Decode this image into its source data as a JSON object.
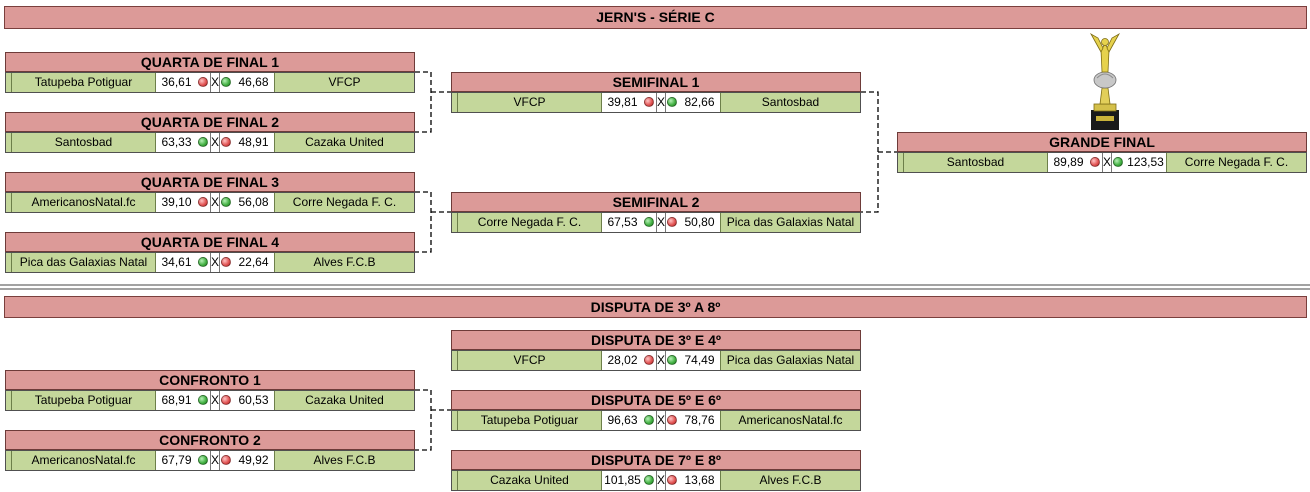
{
  "title": "JERN'S - SÉRIE C",
  "quarterfinals": [
    {
      "label": "QUARTA DE FINAL 1",
      "team_a": "Tatupeba Potiguar",
      "score_a": "36,61",
      "team_b": "VFCP",
      "score_b": "46,68",
      "result_a": "loss",
      "result_b": "win"
    },
    {
      "label": "QUARTA DE FINAL 2",
      "team_a": "Santosbad",
      "score_a": "63,33",
      "team_b": "Cazaka United",
      "score_b": "48,91",
      "result_a": "win",
      "result_b": "loss"
    },
    {
      "label": "QUARTA DE FINAL 3",
      "team_a": "AmericanosNatal.fc",
      "score_a": "39,10",
      "team_b": "Corre Negada F. C.",
      "score_b": "56,08",
      "result_a": "loss",
      "result_b": "win"
    },
    {
      "label": "QUARTA DE FINAL 4",
      "team_a": "Pica das Galaxias Natal",
      "score_a": "34,61",
      "team_b": "Alves F.C.B",
      "score_b": "22,64",
      "result_a": "win",
      "result_b": "loss"
    }
  ],
  "semifinals": [
    {
      "label": "SEMIFINAL 1",
      "team_a": "VFCP",
      "score_a": "39,81",
      "team_b": "Santosbad",
      "score_b": "82,66",
      "result_a": "loss",
      "result_b": "win"
    },
    {
      "label": "SEMIFINAL 2",
      "team_a": "Corre Negada F. C.",
      "score_a": "67,53",
      "team_b": "Pica das Galaxias Natal",
      "score_b": "50,80",
      "result_a": "win",
      "result_b": "loss"
    }
  ],
  "final": {
    "label": "GRANDE FINAL",
    "team_a": "Santosbad",
    "score_a": "89,89",
    "team_b": "Corre Negada F. C.",
    "score_b": "123,53",
    "result_a": "loss",
    "result_b": "win"
  },
  "placement_title": "DISPUTA DE 3º A 8º",
  "confrontos": [
    {
      "label": "CONFRONTO 1",
      "team_a": "Tatupeba Potiguar",
      "score_a": "68,91",
      "team_b": "Cazaka United",
      "score_b": "60,53",
      "result_a": "win",
      "result_b": "loss"
    },
    {
      "label": "CONFRONTO 2",
      "team_a": "AmericanosNatal.fc",
      "score_a": "67,79",
      "team_b": "Alves F.C.B",
      "score_b": "49,92",
      "result_a": "win",
      "result_b": "loss"
    }
  ],
  "placements": [
    {
      "label": "DISPUTA DE 3º E 4º",
      "team_a": "VFCP",
      "score_a": "28,02",
      "team_b": "Pica das Galaxias Natal",
      "score_b": "74,49",
      "result_a": "loss",
      "result_b": "win"
    },
    {
      "label": "DISPUTA DE 5º E 6º",
      "team_a": "Tatupeba Potiguar",
      "score_a": "96,63",
      "team_b": "AmericanosNatal.fc",
      "score_b": "78,76",
      "result_a": "win",
      "result_b": "loss"
    },
    {
      "label": "DISPUTA DE 7º E 8º",
      "team_a": "Cazaka United",
      "score_a": "101,85",
      "team_b": "Alves F.C.B",
      "score_b": "13,68",
      "result_a": "win",
      "result_b": "loss"
    }
  ],
  "separator_symbol": "X",
  "icons": {
    "win": "green-dot-icon",
    "loss": "red-dot-icon",
    "trophy": "trophy-icon"
  },
  "colors": {
    "header_bg": "#dc9a98",
    "team_bg": "#c4d79b",
    "win": "#3fae3f",
    "loss": "#e05050"
  }
}
